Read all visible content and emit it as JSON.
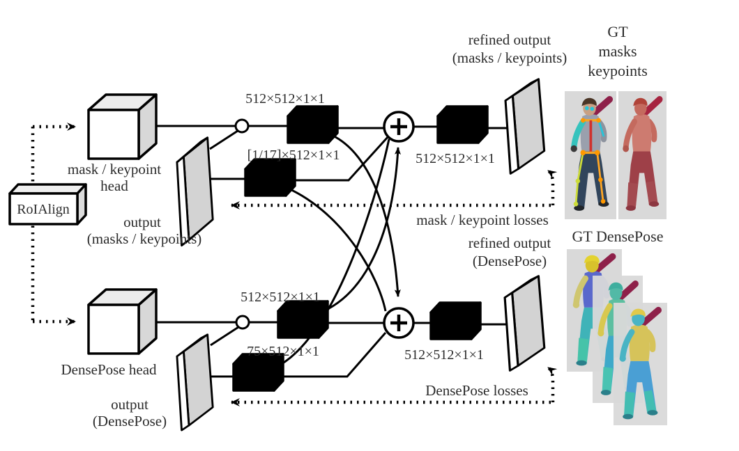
{
  "diagram": {
    "roialign_label": "RoIAlign",
    "top_branch": {
      "head_label_1": "mask / keypoint",
      "head_label_2": "head",
      "output_label_1": "output",
      "output_label_2": "(masks / keypoints)",
      "conv_feat_dims": "512×512×1×1",
      "conv_out_dims": "[1/17]×512×1×1",
      "refine_conv_dims": "512×512×1×1",
      "refined_label_1": "refined output",
      "refined_label_2": "(masks / keypoints)",
      "losses_label": "mask / keypoint losses",
      "gt_label_1": "GT",
      "gt_label_2": "masks",
      "gt_label_3": "keypoints"
    },
    "bottom_branch": {
      "head_label": "DensePose head",
      "output_label_1": "output",
      "output_label_2": "(DensePose)",
      "conv_feat_dims": "512×512×1×1",
      "conv_out_dims": "75×512×1×1",
      "refine_conv_dims": "512×512×1×1",
      "refined_label_1": "refined output",
      "refined_label_2": "(DensePose)",
      "losses_label": "DensePose losses",
      "gt_label": "GT DensePose"
    },
    "colors": {
      "conv_orange": "#F2A44A",
      "conv_green": "#8CC63F",
      "conv_blue": "#B9D7E8",
      "plate_gray": "#D3D3D3",
      "photo_bg": "#D9D9D9",
      "line": "#000000"
    }
  }
}
